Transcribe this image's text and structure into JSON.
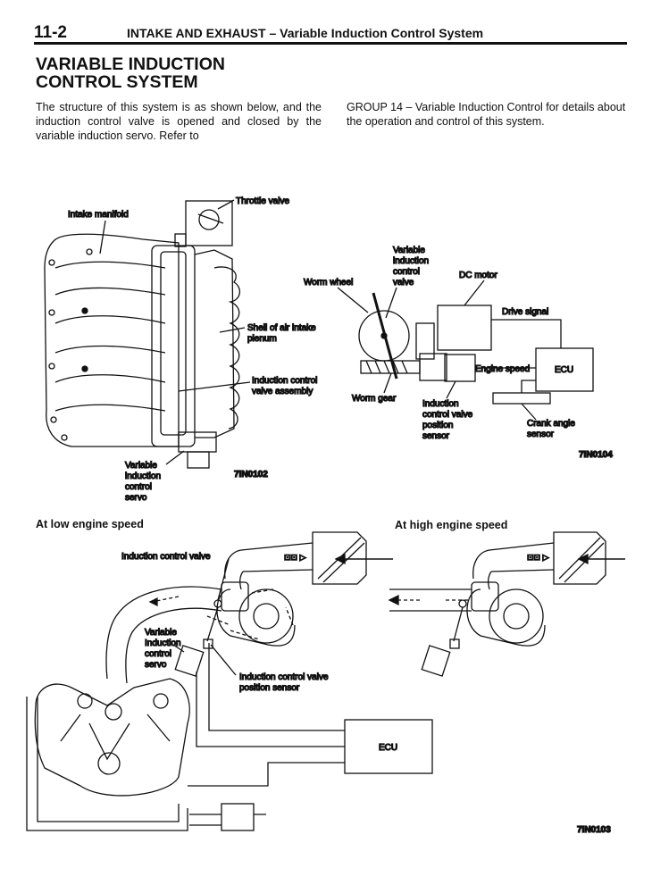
{
  "header": {
    "page_number": "11-2",
    "section": "INTAKE AND EXHAUST",
    "separator": " – ",
    "subsection": "Variable Induction Control System"
  },
  "title": {
    "line1": "VARIABLE INDUCTION",
    "line2": "CONTROL SYSTEM"
  },
  "intro": {
    "left": "The structure of this system is as shown below, and the induction control valve is opened and closed by the variable induction servo. Refer to",
    "right": "GROUP 14 – Variable Induction Control for details about the operation and control of this system."
  },
  "figure1": {
    "labels": {
      "intake_manifold": "Intake manifold",
      "throttle_valve": "Throttle valve",
      "shell1": "Shell of air intake",
      "shell2": "plenum",
      "icv1": "Induction control",
      "icv2": "valve assembly",
      "servo1": "Variable",
      "servo2": "induction",
      "servo3": "control",
      "servo4": "servo"
    },
    "code": "7IN0102"
  },
  "figure2": {
    "labels": {
      "viv1": "Variable",
      "viv2": "induction",
      "viv3": "control",
      "viv4": "valve",
      "worm_wheel": "Worm wheel",
      "dc_motor": "DC motor",
      "drive_signal": "Drive signal",
      "engine_speed": "Engine speed",
      "ecu": "ECU",
      "worm_gear": "Worm gear",
      "pos1": "Induction",
      "pos2": "control valve",
      "pos3": "position",
      "pos4": "sensor",
      "crank1": "Crank angle",
      "crank2": "sensor"
    },
    "code": "7IN0104"
  },
  "figure3": {
    "low_title": "At low engine speed",
    "high_title": "At high engine speed",
    "labels": {
      "icv": "Induction control valve",
      "servo1": "Variable",
      "servo2": "Induction",
      "servo3": "control",
      "servo4": "servo",
      "pos1": "Induction control valve",
      "pos2": "position sensor",
      "ecu": "ECU"
    },
    "code": "7IN0103"
  }
}
